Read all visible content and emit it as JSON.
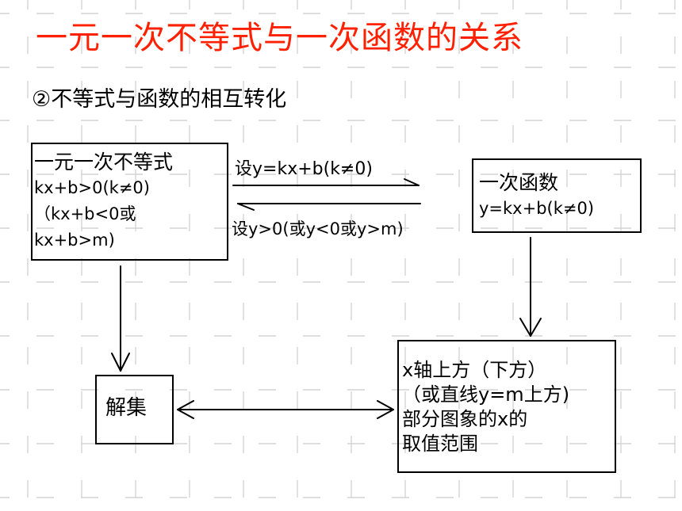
{
  "slide": {
    "title": "一元一次不等式与一次函数的关系",
    "subtitle": "②不等式与函数的相互转化"
  },
  "diagram": {
    "box_inequality": {
      "lines": [
        "一元一次不等式",
        "kx+b>0(k≠0)",
        "（kx+b<0或",
        "kx+b>m)"
      ]
    },
    "box_function": {
      "lines": [
        "一次函数",
        "y=kx+b(k≠0)"
      ]
    },
    "box_solution": {
      "lines": [
        "解集"
      ]
    },
    "box_graph": {
      "lines": [
        "x轴上方（下方）",
        "（或直线y=m上方)",
        "部分图象的x的",
        "取值范围"
      ]
    },
    "arrow_to_function_label": "设y=kx+b(k≠0)",
    "arrow_to_inequality_label": "设y>0(或y<0或y>m)"
  },
  "colors": {
    "title": "#ff2000",
    "grid": "#d4d4d4",
    "ink": "#000000"
  }
}
